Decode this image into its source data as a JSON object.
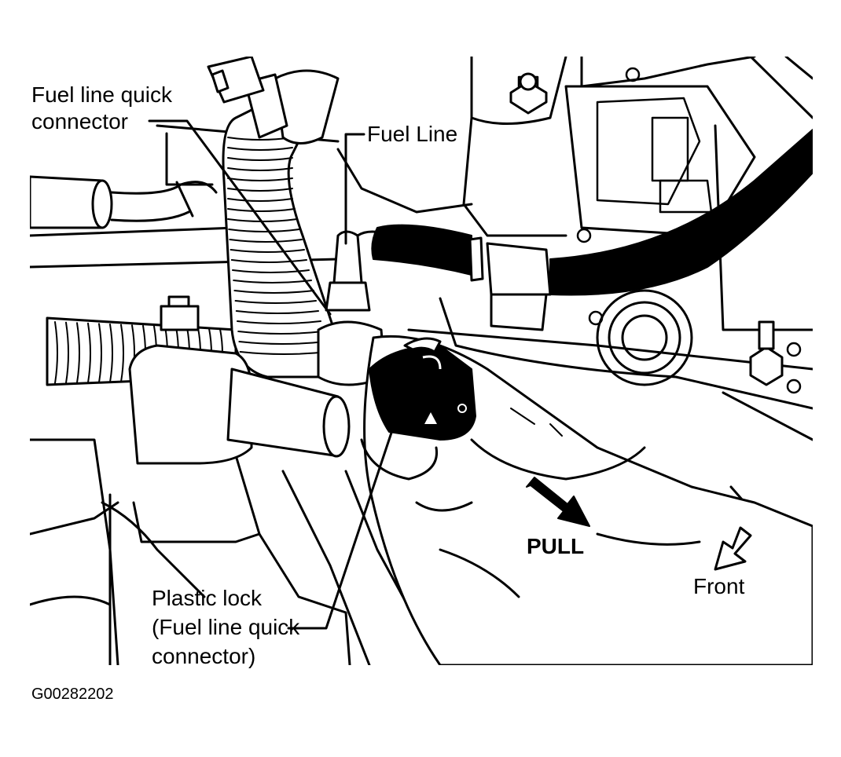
{
  "labels": {
    "fuel_line_quick_connector": [
      "Fuel line quick",
      "connector"
    ],
    "fuel_line": "Fuel Line",
    "plastic_lock": [
      "Plastic lock",
      "(Fuel line quick",
      "connector)"
    ],
    "pull": "PULL",
    "front": "Front"
  },
  "figure_code": "G00282202",
  "colors": {
    "line": "#000000",
    "background": "#ffffff"
  },
  "icons": {
    "pull_arrow": "solid-arrow-down-right",
    "front_arrow": "outline-arrow-down-left"
  }
}
